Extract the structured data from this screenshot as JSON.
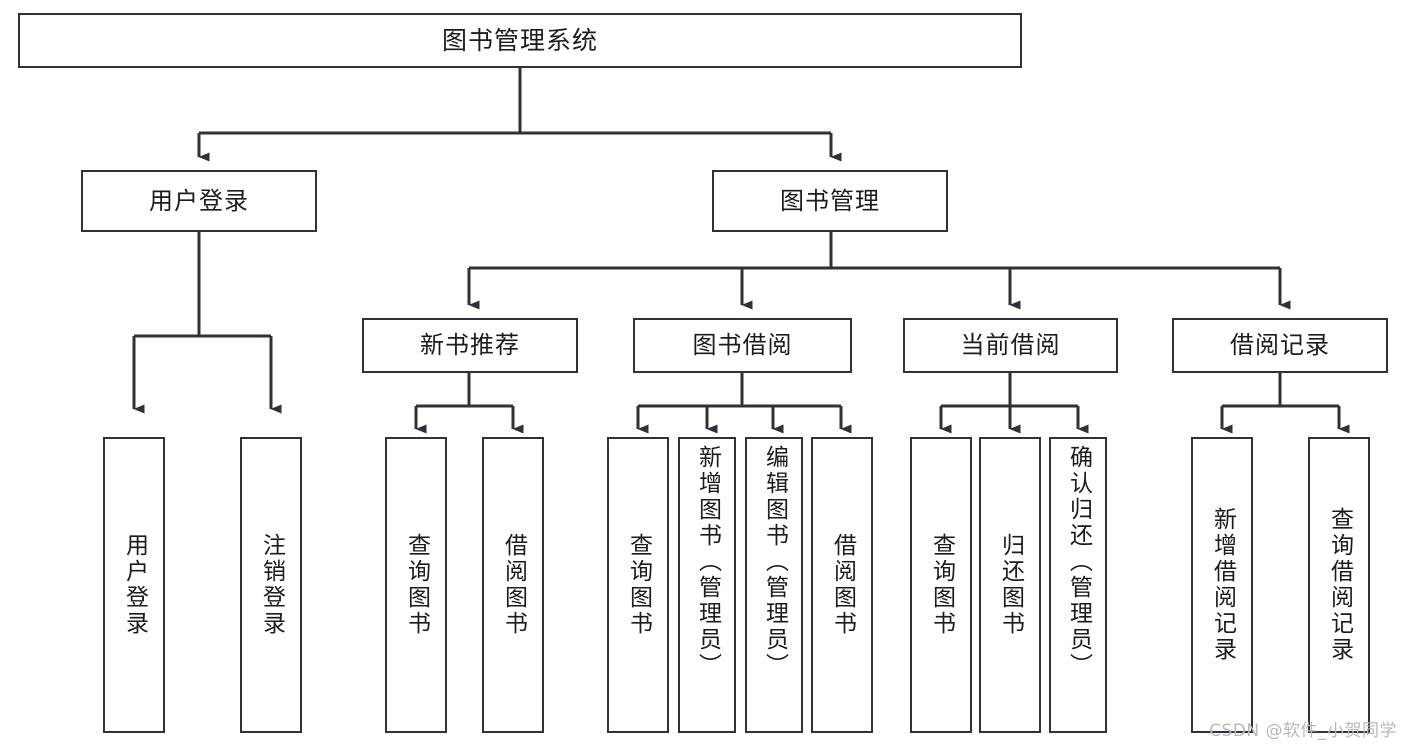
{
  "diagram": {
    "type": "tree-hierarchy-chart",
    "title": "图书管理系统",
    "stroke_color": "#31313a",
    "fill_color": "#ffffff",
    "text_color": "#1b1b20",
    "levels": [
      {
        "level": 1,
        "nodes": [
          {
            "id": "root",
            "label": "图书管理系统",
            "orientation": "horizontal"
          }
        ]
      },
      {
        "level": 2,
        "nodes": [
          {
            "id": "login",
            "label": "用户登录",
            "orientation": "horizontal",
            "parent": "root"
          },
          {
            "id": "bookmgmt",
            "label": "图书管理",
            "orientation": "horizontal",
            "parent": "root"
          }
        ]
      },
      {
        "level": 3,
        "nodes": [
          {
            "id": "newbook",
            "label": "新书推荐",
            "orientation": "horizontal",
            "parent": "bookmgmt"
          },
          {
            "id": "borrow",
            "label": "图书借阅",
            "orientation": "horizontal",
            "parent": "bookmgmt"
          },
          {
            "id": "current",
            "label": "当前借阅",
            "orientation": "horizontal",
            "parent": "bookmgmt"
          },
          {
            "id": "records",
            "label": "借阅记录",
            "orientation": "horizontal",
            "parent": "bookmgmt"
          }
        ]
      },
      {
        "level": 4,
        "nodes": [
          {
            "id": "leaf-1",
            "label": "用户登录",
            "orientation": "vertical",
            "parent": "login"
          },
          {
            "id": "leaf-2",
            "label": "注销登录",
            "orientation": "vertical",
            "parent": "login"
          },
          {
            "id": "leaf-3",
            "label": "查询图书",
            "orientation": "vertical",
            "parent": "newbook"
          },
          {
            "id": "leaf-4",
            "label": "借阅图书",
            "orientation": "vertical",
            "parent": "newbook"
          },
          {
            "id": "leaf-5",
            "label": "查询图书",
            "orientation": "vertical",
            "parent": "borrow"
          },
          {
            "id": "leaf-6",
            "label": "新增图书（管理员）",
            "orientation": "vertical",
            "parent": "borrow"
          },
          {
            "id": "leaf-7",
            "label": "编辑图书（管理员）",
            "orientation": "vertical",
            "parent": "borrow"
          },
          {
            "id": "leaf-8",
            "label": "借阅图书",
            "orientation": "vertical",
            "parent": "borrow"
          },
          {
            "id": "leaf-9",
            "label": "查询图书",
            "orientation": "vertical",
            "parent": "current"
          },
          {
            "id": "leaf-10",
            "label": "归还图书",
            "orientation": "vertical",
            "parent": "current"
          },
          {
            "id": "leaf-11",
            "label": "确认归还（管理员）",
            "orientation": "vertical",
            "parent": "current"
          },
          {
            "id": "leaf-12",
            "label": "新增借阅记录",
            "orientation": "vertical",
            "parent": "records"
          },
          {
            "id": "leaf-13",
            "label": "查询借阅记录",
            "orientation": "vertical",
            "parent": "records"
          }
        ]
      }
    ]
  },
  "watermark": {
    "text": "CSDN @软件_小贺同学"
  }
}
